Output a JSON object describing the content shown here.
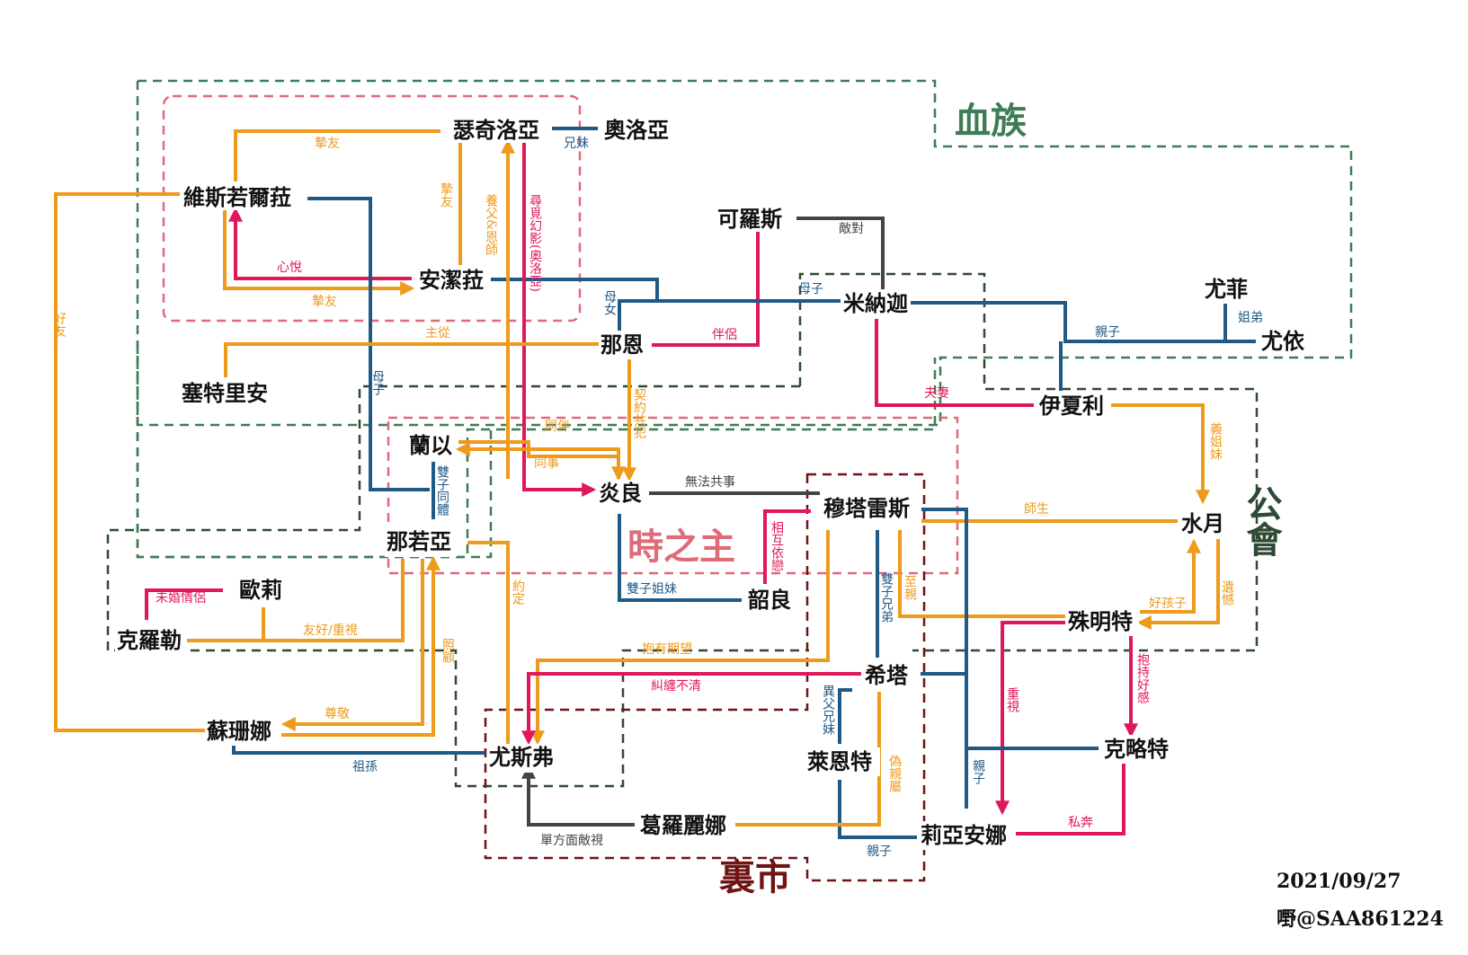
{
  "colors": {
    "orange": "#EE9A1B",
    "blue": "#1F5A86",
    "magenta": "#E0185A",
    "dark": "#444444",
    "blood_green": "#3E7C53",
    "guild_green": "#2E4A33",
    "lord_pink": "#E06B78",
    "market_red": "#6E1414"
  },
  "groups": [
    {
      "id": "blood",
      "title": "血族",
      "color": "#3E7C53"
    },
    {
      "id": "guild",
      "title": "公會",
      "color": "#2E4A33"
    },
    {
      "id": "lord",
      "title": "時之主",
      "color": "#E06B78"
    },
    {
      "id": "market",
      "title": "裏市",
      "color": "#6E1414"
    },
    {
      "id": "lord_inner",
      "title": "",
      "color": "#E06B78"
    }
  ],
  "nodes": {
    "seqiluoya": "瑟奇洛亞",
    "aoluoya": "奧洛亞",
    "weisiruoerla": "維斯若爾菈",
    "anjiela": "安潔菈",
    "keluosi": "可羅斯",
    "minajia": "米納迦",
    "youfei": "尤菲",
    "youyi": "尤依",
    "naen": "那恩",
    "saitelian": "塞特里安",
    "yixiali": "伊夏利",
    "lanyi": "蘭以",
    "yanliang": "炎良",
    "mutaleisi": "穆塔雷斯",
    "shuiyue": "水月",
    "naruoya": "那若亞",
    "ouli": "歐莉",
    "keluole": "克羅勒",
    "shaoliang": "韶良",
    "zhumingte": "殊明特",
    "xita": "希塔",
    "sushanna": "蘇珊娜",
    "yousifu": "尤斯弗",
    "laiente": "萊恩特",
    "kelvete": "克略特",
    "geluolina": "葛羅麗娜",
    "liyaanna": "莉亞安娜"
  },
  "relations": {
    "zhiyou1": "摯友",
    "xiongmei": "兄妹",
    "zhiyou2": "摯友",
    "yangfu": "養父&恩師",
    "xunjue": "尋覓幻影(奧洛亞)",
    "xinyue": "心悅",
    "zhiyou3": "摯友",
    "haoyou": "好友",
    "diduiz": "敵對",
    "muzi1": "母子",
    "munu": "母女",
    "zhucong": "主從",
    "banlv": "伴侶",
    "qinzi1": "親子",
    "jiedi": "姐弟",
    "muzi2": "母子",
    "fuqi": "夫妻",
    "qiyue": "契約共犯",
    "tongban": "同伴",
    "tongshi": "同事",
    "wufa": "無法共事",
    "shuangzi": "雙子同體",
    "xianghu": "相互依戀",
    "shisheng": "師生",
    "yijiemei": "義姐妹",
    "weihun": "未婚情侶",
    "haoyou_zhongshi": "友好/重視",
    "yueding": "約定",
    "shuangzijiemei": "雙子姐妹",
    "shuangzixiongdi": "雙子兄弟",
    "zhiqin": "至親",
    "haohaizi": "好孩子",
    "yihan": "遺憾",
    "baoyouqiwang": "抱有期望",
    "jiuchan": "糾纏不清",
    "zhaogu": "照顧",
    "zunjing": "尊敬",
    "yifuxiongmei": "異父兄妹",
    "zhongshi": "重視",
    "baochihaogan": "抱持好感",
    "zusun": "祖孫",
    "weiqinshu": "偽親屬",
    "qinzi2": "親子",
    "danfangmian": "單方面敵視",
    "qinzi3": "親子",
    "siben": "私奔"
  },
  "footer": {
    "date": "2021/09/27",
    "credit": "嘢@SAA861224"
  }
}
